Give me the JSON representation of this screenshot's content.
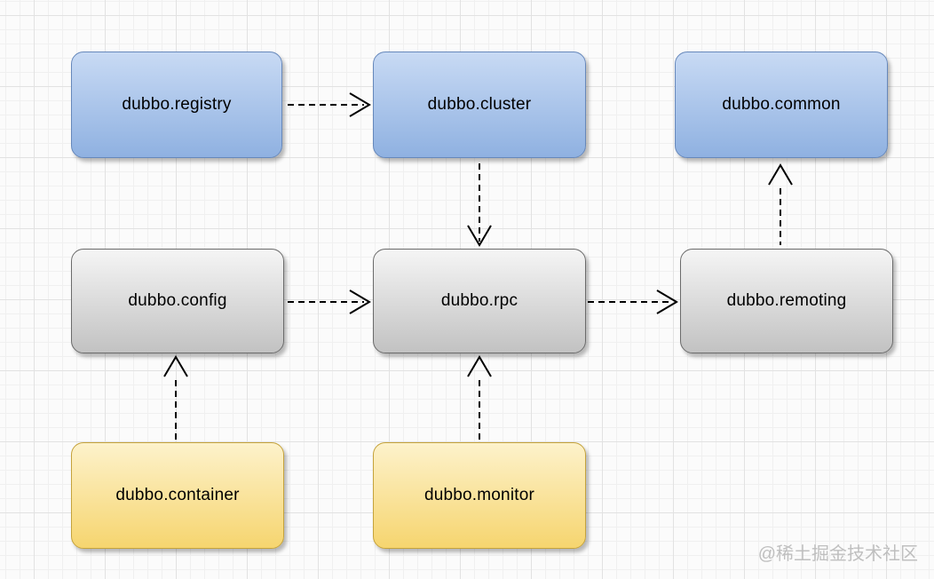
{
  "diagram": {
    "kind": "dubbo-module-dependency-diagram",
    "nodes": [
      {
        "id": "dubbo-registry",
        "label": "dubbo.registry",
        "color_role": "blue"
      },
      {
        "id": "dubbo-cluster",
        "label": "dubbo.cluster",
        "color_role": "blue"
      },
      {
        "id": "dubbo-common",
        "label": "dubbo.common",
        "color_role": "blue"
      },
      {
        "id": "dubbo-config",
        "label": "dubbo.config",
        "color_role": "gray"
      },
      {
        "id": "dubbo-rpc",
        "label": "dubbo.rpc",
        "color_role": "gray"
      },
      {
        "id": "dubbo-remoting",
        "label": "dubbo.remoting",
        "color_role": "gray"
      },
      {
        "id": "dubbo-container",
        "label": "dubbo.container",
        "color_role": "yellow"
      },
      {
        "id": "dubbo-monitor",
        "label": "dubbo.monitor",
        "color_role": "yellow"
      }
    ],
    "edges": [
      {
        "from": "dubbo.registry",
        "to": "dubbo.cluster",
        "style": "dashed",
        "arrow": "open",
        "direction": "right"
      },
      {
        "from": "dubbo.cluster",
        "to": "dubbo.rpc",
        "style": "dashed",
        "arrow": "open",
        "direction": "down"
      },
      {
        "from": "dubbo.config",
        "to": "dubbo.rpc",
        "style": "dashed",
        "arrow": "open",
        "direction": "right"
      },
      {
        "from": "dubbo.rpc",
        "to": "dubbo.remoting",
        "style": "dashed",
        "arrow": "open",
        "direction": "right"
      },
      {
        "from": "dubbo.remoting",
        "to": "dubbo.common",
        "style": "dashed",
        "arrow": "open",
        "direction": "up"
      },
      {
        "from": "dubbo.container",
        "to": "dubbo.config",
        "style": "dashed",
        "arrow": "open",
        "direction": "up"
      },
      {
        "from": "dubbo.monitor",
        "to": "dubbo.rpc",
        "style": "dashed",
        "arrow": "open",
        "direction": "up"
      }
    ],
    "colors": {
      "blue_top": "#c8daf4",
      "blue_bottom": "#8fb1e1",
      "blue_border": "#6688bb",
      "gray_top": "#f5f5f5",
      "gray_bottom": "#c2c2c2",
      "gray_border": "#6b6b6b",
      "yellow_top": "#fdf2cb",
      "yellow_bottom": "#f6d56f",
      "yellow_border": "#c5a33c",
      "edge": "#000000",
      "watermark": "#bfbfbf"
    }
  },
  "watermark": {
    "text": "@稀土掘金技术社区"
  }
}
